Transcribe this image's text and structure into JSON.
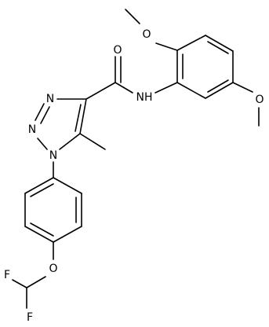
{
  "molecule": {
    "atoms": {
      "carbonyl_oxygen": "O",
      "amide_nh": "NH",
      "methoxy_top_oxygen": "O",
      "methoxy_right_oxygen": "O",
      "triazole_n_top": "N",
      "triazole_n_mid": "N",
      "triazole_n1": "N",
      "ether_oxygen": "O",
      "fluorine_top": "F",
      "fluorine_bottom": "F"
    },
    "colors": {
      "bond": "#000000",
      "label": "#000000",
      "background": "#ffffff"
    }
  }
}
